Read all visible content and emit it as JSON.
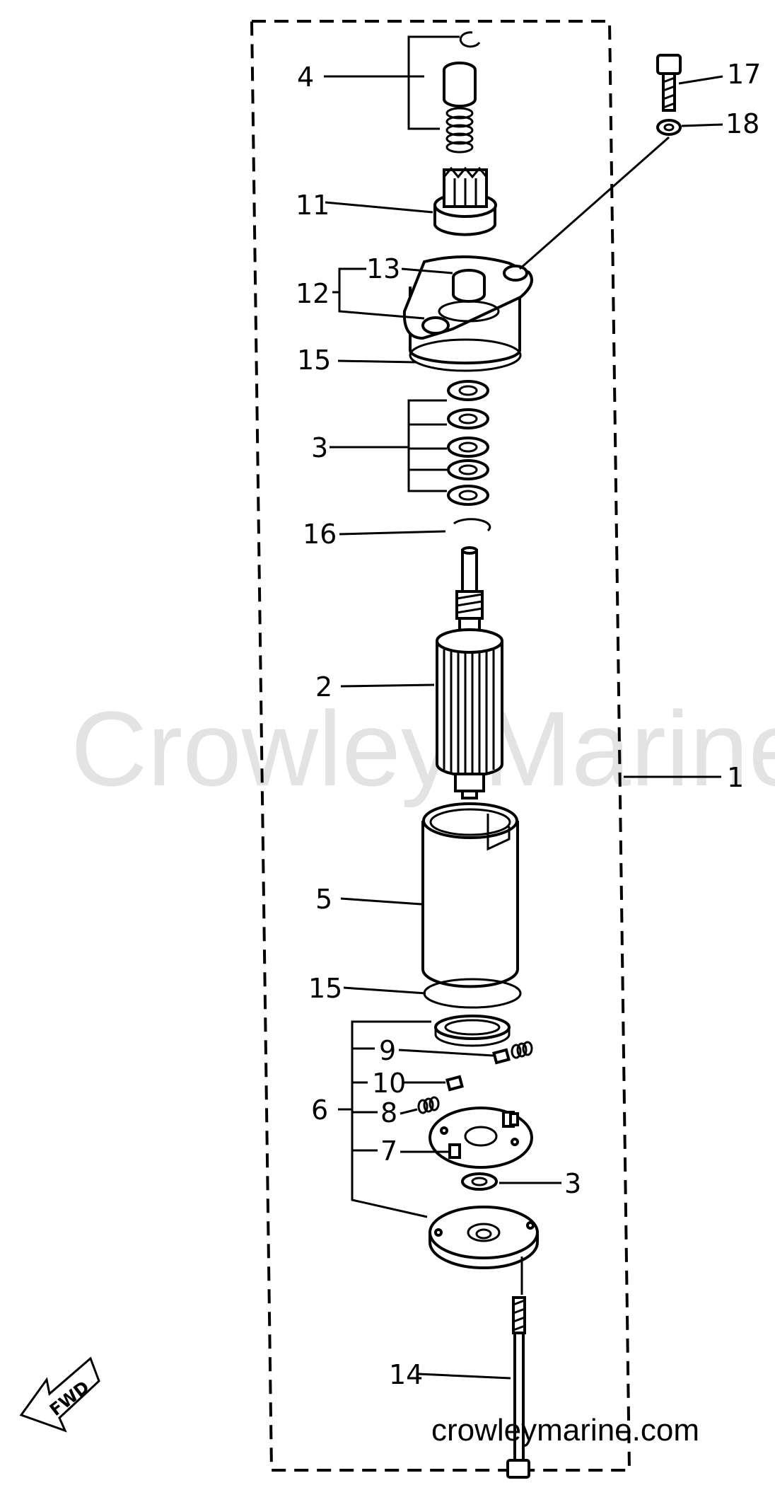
{
  "watermark": "Crowley Marine",
  "site": "crowleymarine.com",
  "fwd_label": "FWD",
  "callouts": {
    "c1": "1",
    "c2": "2",
    "c3a": "3",
    "c3b": "3",
    "c4": "4",
    "c5": "5",
    "c6": "6",
    "c7": "7",
    "c8": "8",
    "c9": "9",
    "c10": "10",
    "c11": "11",
    "c12": "12",
    "c13": "13",
    "c14": "14",
    "c15a": "15",
    "c15b": "15",
    "c16": "16",
    "c17": "17",
    "c18": "18"
  }
}
